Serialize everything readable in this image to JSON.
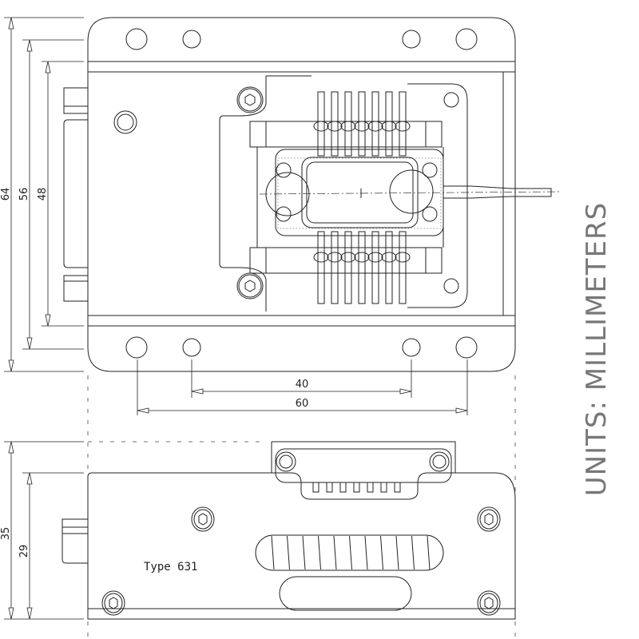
{
  "dimensions": {
    "top_view": {
      "overall_height": "64",
      "hole_pitch_height": "56",
      "body_height": "48",
      "inner_hole_spacing": "40",
      "outer_hole_spacing": "60"
    },
    "side_view": {
      "overall_height": "35",
      "body_height": "29"
    }
  },
  "labels": {
    "type": "Type 631",
    "units": "UNITS: MILLIMETERS"
  }
}
